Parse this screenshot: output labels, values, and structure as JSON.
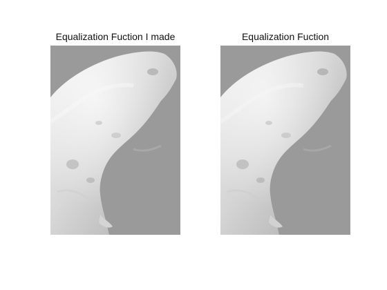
{
  "figure": {
    "panels": [
      {
        "title": "Equalization Fuction I made",
        "image": "grayscale-asteroid-surface-equalized"
      },
      {
        "title": "Equalization Fuction",
        "image": "grayscale-asteroid-surface-equalized"
      }
    ]
  },
  "colors": {
    "background": "#ffffff",
    "image_gray": "#9a9a9a",
    "title_text": "#111111"
  }
}
